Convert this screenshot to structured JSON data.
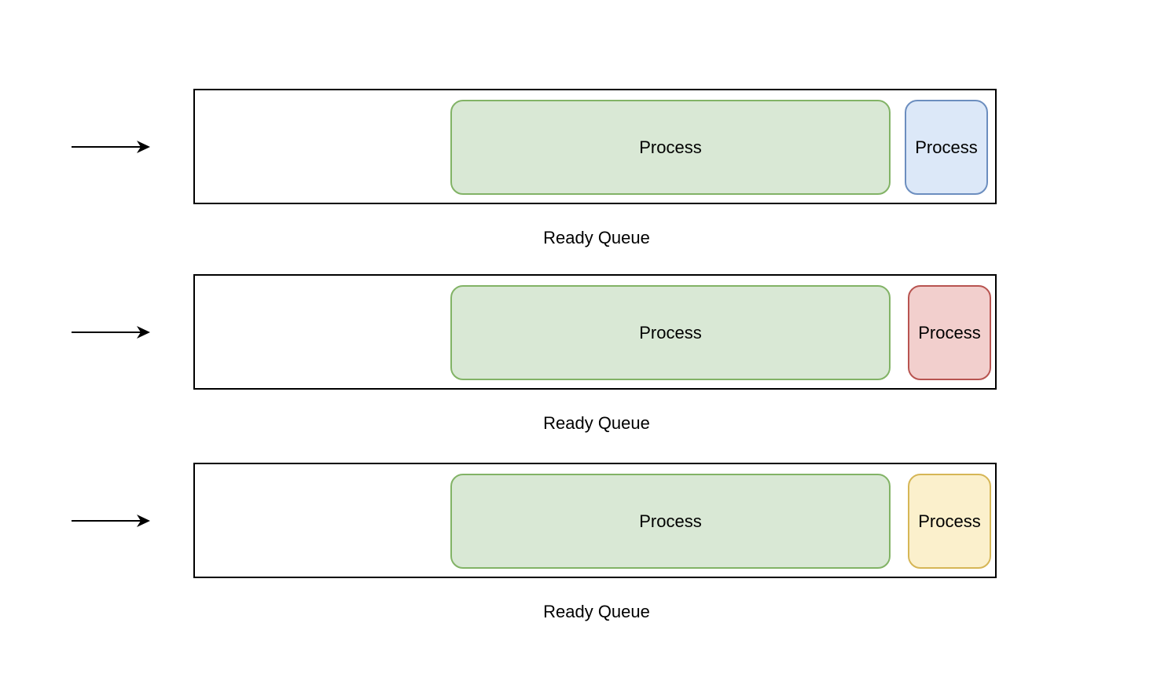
{
  "queues": [
    {
      "label": "Ready Queue",
      "process_main": {
        "label": "Process",
        "fill": "#d9e8d5",
        "stroke": "#82b366"
      },
      "process_side": {
        "label": "Process",
        "fill": "#dce8f8",
        "stroke": "#6c8ebf"
      }
    },
    {
      "label": "Ready Queue",
      "process_main": {
        "label": "Process",
        "fill": "#d9e8d5",
        "stroke": "#82b366"
      },
      "process_side": {
        "label": "Process",
        "fill": "#f2cfcd",
        "stroke": "#b85450"
      }
    },
    {
      "label": "Ready Queue",
      "process_main": {
        "label": "Process",
        "fill": "#d9e8d5",
        "stroke": "#82b366"
      },
      "process_side": {
        "label": "Process",
        "fill": "#fbf0cc",
        "stroke": "#d6b656"
      }
    }
  ],
  "colors": {
    "line": "#000000",
    "background": "#ffffff"
  }
}
